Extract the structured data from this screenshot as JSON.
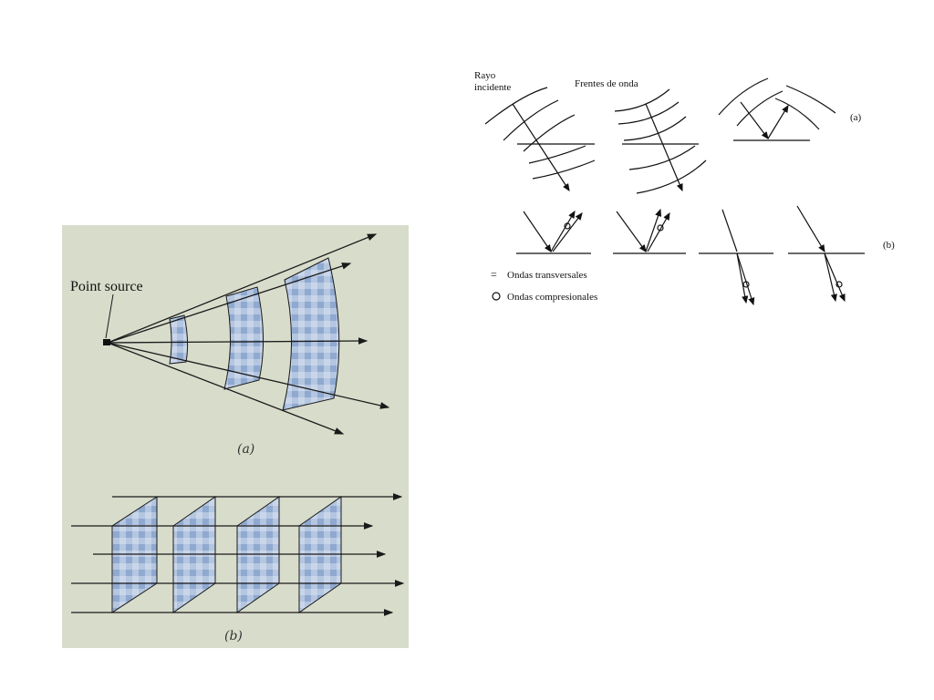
{
  "left_figure": {
    "point_source_label": "Point source",
    "caption_a": "(a)",
    "caption_b": "(b)"
  },
  "right_figure": {
    "ray_label_line1": "Rayo",
    "ray_label_line2": "incidente",
    "wavefront_label": "Frentes de onda",
    "label_a": "(a)",
    "label_b": "(b)",
    "legend": {
      "transverse_symbol": "=",
      "transverse_label": "Ondas transversales",
      "compressional_label": "Ondas compresionales"
    }
  },
  "colors": {
    "panel_bg": "#d8dccb",
    "wavefront_fill": "#a9c0df",
    "line": "#1a1a1a"
  }
}
